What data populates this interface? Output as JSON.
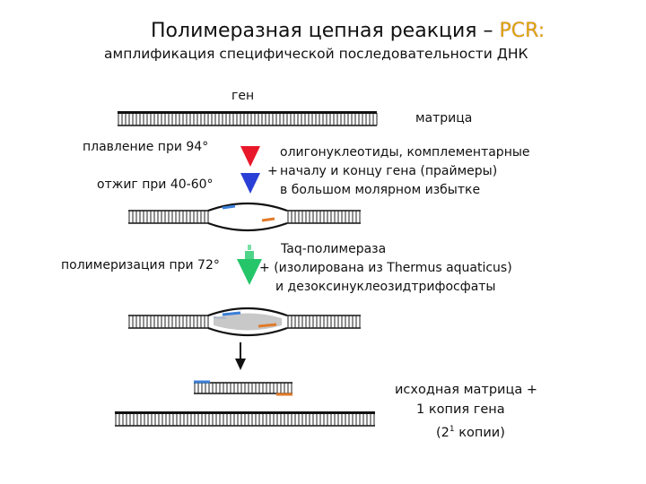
{
  "title": {
    "main": "Полимеразная цепная реакция – ",
    "pcr": "PCR:"
  },
  "subtitle": "амплификация специфической последовательности ДНК",
  "labels": {
    "gene": "ген",
    "matrix": "матрица",
    "melting": "плавление при 94°",
    "annealing": "отжиг при 40-60°",
    "polymerization": "полимеризация при 72°"
  },
  "oligo": {
    "plus": "+",
    "line1": "олигонуклеотиды, комплементарные",
    "line2": "началу и концу гена (праймеры)",
    "line3": "в большом молярном избытке"
  },
  "taq": {
    "plus": "+",
    "line1": "Taq-полимераза",
    "line2": "(изолирована из Thermus aquaticus)",
    "line3": "и дезоксинуклеозидтрифосфаты"
  },
  "result": {
    "line1": "исходная матрица +",
    "line2": "1 копия гена",
    "line3_pre": "(2",
    "line3_sup": "1",
    "line3_post": " копии)"
  },
  "colors": {
    "red_arrow": "#e8182a",
    "blue_arrow": "#2a3fd6",
    "green_arrow": "#25c56a",
    "primer_blue": "#3b7fd8",
    "primer_orange": "#e07a2a",
    "pcr_title": "#d8a000"
  }
}
